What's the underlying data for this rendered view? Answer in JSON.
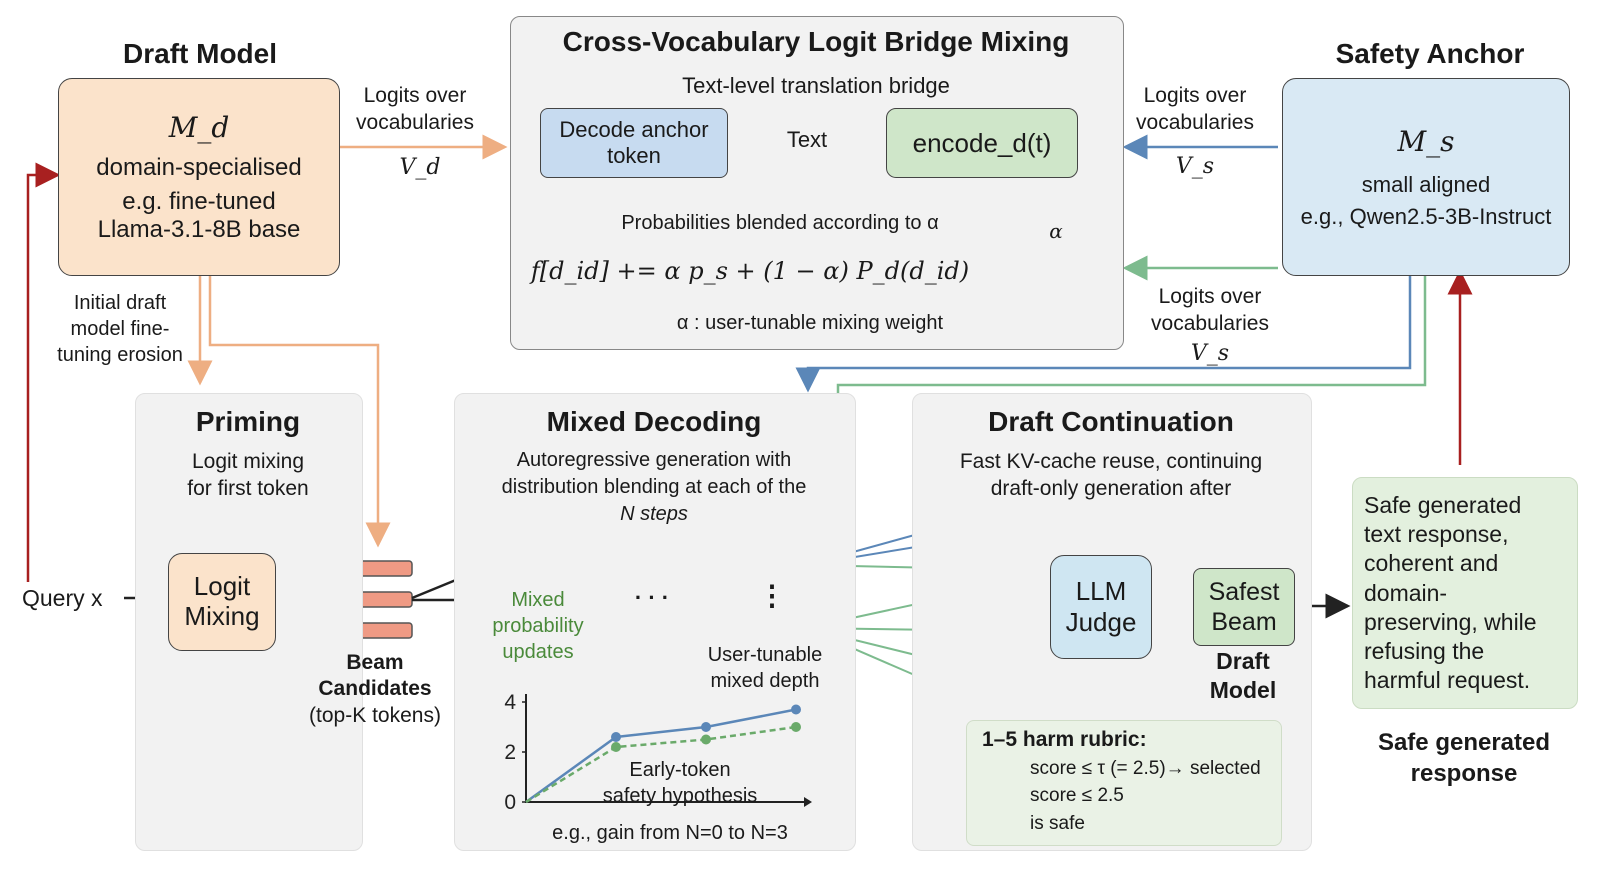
{
  "draft_model": {
    "title": "Draft Model",
    "symbol": "M_d",
    "desc1": "domain-specialised",
    "desc2": "e.g. fine-tuned",
    "desc3": "Llama-3.1-8B base",
    "logits_label1": "Logits over",
    "logits_label2": "vocabularies",
    "vocab_symbol": "V_d",
    "erosion1": "Initial draft",
    "erosion2": "model fine-",
    "erosion3": "tuning erosion"
  },
  "bridge": {
    "title": "Cross-Vocabulary Logit Bridge Mixing",
    "subtitle": "Text-level translation bridge",
    "decode_box1": "Decode anchor",
    "decode_box2": "token",
    "text_label": "Text",
    "encode_label": "encode_d(t)",
    "blend_label": "Probabilities blended according to α",
    "formula": "f[d_id] += α p_s + (1 − α) P_d(d_id)",
    "alpha_note": "α : user-tunable mixing weight",
    "alpha_symbol": "α"
  },
  "safety_anchor": {
    "title": "Safety Anchor",
    "symbol": "M_s",
    "desc1": "small aligned",
    "desc2": "e.g., Qwen2.5-3B-Instruct",
    "logits_top1": "Logits over",
    "logits_top2": "vocabularies",
    "vocab_top": "V_s",
    "logits_bottom1": "Logits over",
    "logits_bottom2": "vocabularies",
    "vocab_bottom": "V_s"
  },
  "query": {
    "label": "Query x"
  },
  "priming": {
    "title": "Priming",
    "desc1": "Logit mixing",
    "desc2": "for first token",
    "box1": "Logit",
    "box2": "Mixing",
    "beam1": "Beam",
    "beam2": "Candidates",
    "beam3": "(top-K tokens)"
  },
  "mixed_decoding": {
    "title": "Mixed Decoding",
    "desc1": "Autoregressive generation with",
    "desc2": "distribution blending at each of the",
    "desc3": "N steps",
    "mixed1": "Mixed",
    "mixed2": "probability",
    "mixed3": "updates",
    "ellipsis": "· · ·",
    "vdots": "⋮",
    "depth1": "User-tunable",
    "depth2": "mixed depth",
    "chart_caption": "e.g., gain from N=0 to N=3",
    "chart_annotation1": "Early-token",
    "chart_annotation2": "safety hypothesis"
  },
  "draft_continuation": {
    "title": "Draft Continuation",
    "desc1": "Fast KV-cache reuse, continuing",
    "desc2": "draft-only generation after",
    "judge1": "LLM",
    "judge2": "Judge",
    "safest1": "Safest",
    "safest2": "Beam",
    "draft1": "Draft",
    "draft2": "Model",
    "rubric_title": "1–5 harm rubric:",
    "rubric1": "score ≤ τ (= 2.5)→ selected",
    "rubric2": "score ≤ 2.5",
    "rubric3": "is safe"
  },
  "output": {
    "text": [
      "Safe generated",
      "text response,",
      "coherent and",
      "domain-",
      "preserving, while",
      "refusing the",
      "harmful request."
    ],
    "label1": "Safe generated",
    "label2": "response"
  },
  "chart_data": {
    "type": "line",
    "x": [
      0,
      1,
      2,
      3
    ],
    "yticks": [
      "0",
      "2",
      "4"
    ],
    "ylim": [
      0,
      4
    ],
    "series": [
      {
        "values": [
          0,
          2.6,
          3.0,
          3.7
        ],
        "style": "solid",
        "color": "#5b87b8"
      },
      {
        "values": [
          0,
          2.2,
          2.5,
          3.0
        ],
        "style": "dashed",
        "color": "#6aaa6a"
      }
    ]
  },
  "colors": {
    "orange_fill": "#fbe3cb",
    "blue_fill": "#d9e9f4",
    "green_fill": "#cfe6c9",
    "red_arrow": "#a82020",
    "orange_arrow": "#eeae82",
    "blue_arrow": "#5b87b8",
    "green_arrow": "#6fae85"
  }
}
